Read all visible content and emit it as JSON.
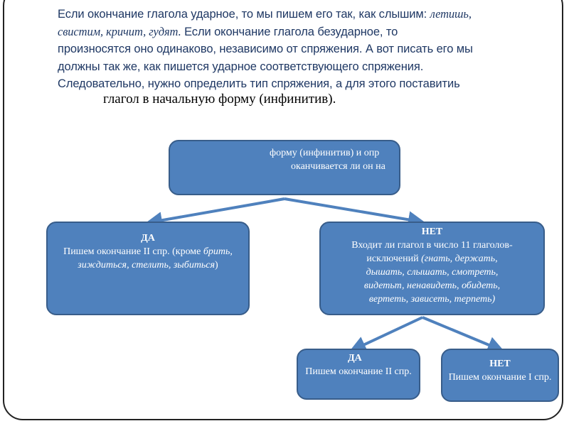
{
  "intro": {
    "line1": "Если окончание глагола ударное, то мы пишем его так, как слышим: ",
    "line1_italic": "летишь,",
    "line2_italic": "свистим, кричит, гудят.",
    "line2": " Если окончание глагола безударное, то",
    "line3": "произносятся оно одинаково, независимо от спряжения. А вот писать его мы",
    "line4": "должны так же, как пишется ударное соответствующего спряжения.",
    "line5": "Следовательно, нужно определить тип спряжения, а для этого поставитиь",
    "line6": "глагол в начальную форму (инфинитив)."
  },
  "diagram": {
    "top_box": {
      "line1": "форму (инфинитив) и опр",
      "line2": "оканчивается ли он на"
    },
    "yes_box": {
      "title": "ДА",
      "text": "Пишем окончание II спр. (кроме",
      "italic": "брить, зиждиться, стелить, зыбиться",
      "close": ")"
    },
    "no_box": {
      "title": "НЕТ",
      "line1": "Входит ли глагол в число 11 глаголов-",
      "line2": "исключений ",
      "italic1": "(гнать, держать,",
      "italic2": "дышать, слышать, смотреть,",
      "italic3": "видетьт, ненавидеть, обидеть,",
      "italic4": "вертеть, зависеть, терпеть)"
    },
    "yes2_box": {
      "title": "ДА",
      "text": "Пишем окончание II спр."
    },
    "no2_box": {
      "title": "НЕТ",
      "text": "Пишем окончание I спр."
    }
  },
  "colors": {
    "box_fill": "#4f81bd",
    "box_border": "#385d8a",
    "text": "#1f3864"
  }
}
